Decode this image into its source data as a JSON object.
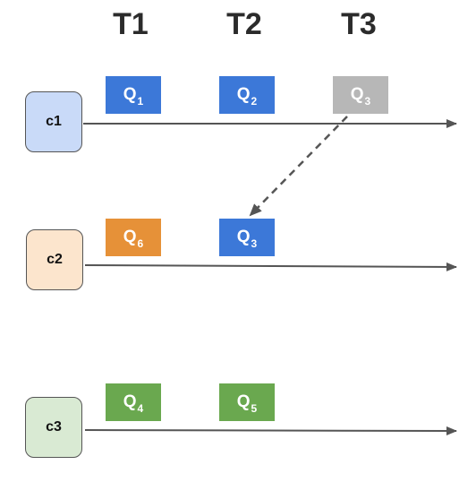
{
  "columns": [
    "T1",
    "T2",
    "T3"
  ],
  "clients": [
    {
      "label": "c1",
      "color": "#c9daf8"
    },
    {
      "label": "c2",
      "color": "#fce5cd"
    },
    {
      "label": "c3",
      "color": "#d9ead3"
    }
  ],
  "tasks": [
    {
      "row": "c1",
      "col": "T1",
      "letter": "Q",
      "sub": "1",
      "color": "#3c78d8"
    },
    {
      "row": "c1",
      "col": "T2",
      "letter": "Q",
      "sub": "2",
      "color": "#3c78d8"
    },
    {
      "row": "c1",
      "col": "T3",
      "letter": "Q",
      "sub": "3",
      "color": "#b7b7b7"
    },
    {
      "row": "c2",
      "col": "T1",
      "letter": "Q",
      "sub": "6",
      "color": "#e69138"
    },
    {
      "row": "c2",
      "col": "T2",
      "letter": "Q",
      "sub": "3",
      "color": "#3c78d8"
    },
    {
      "row": "c3",
      "col": "T1",
      "letter": "Q",
      "sub": "4",
      "color": "#6aa84f"
    },
    {
      "row": "c3",
      "col": "T2",
      "letter": "Q",
      "sub": "5",
      "color": "#6aa84f"
    }
  ],
  "migration": {
    "from": "c1.T3",
    "to": "c2.T2",
    "style": "dashed"
  },
  "line_color": "#555555"
}
